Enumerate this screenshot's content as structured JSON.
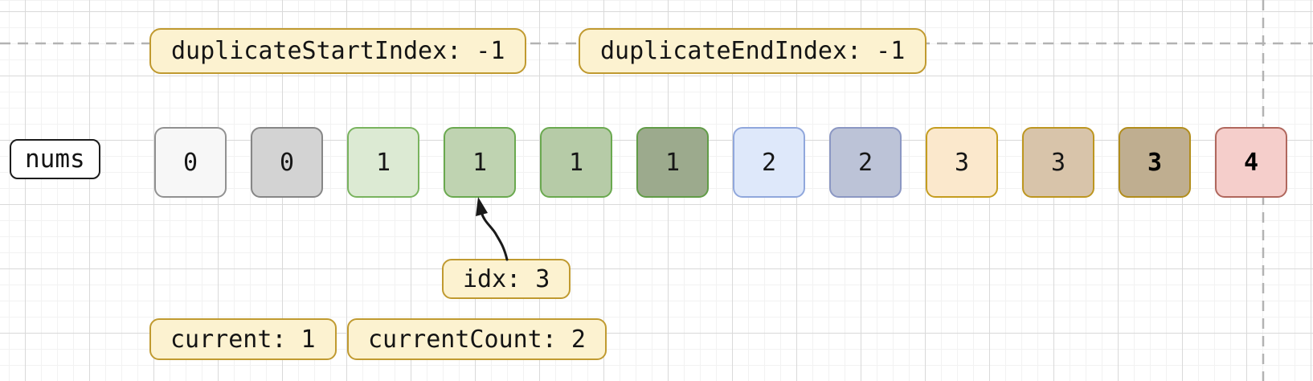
{
  "colors": {
    "label_bg": "#fcf2d0",
    "label_border": "#c09a30",
    "text": "#141414",
    "arrow": "#1a1a1a",
    "dashed_guide": "#b3b3b3"
  },
  "variables": {
    "duplicate_start_index": "duplicateStartIndex: -1",
    "duplicate_end_index": "duplicateEndIndex: -1",
    "current": "current: 1",
    "current_count": "currentCount: 2"
  },
  "pointer": {
    "label": "idx: 3",
    "points_to_cell_index": 3
  },
  "array": {
    "name": "nums",
    "cells": [
      {
        "value": "0",
        "bg": "#f7f7f7",
        "border": "#919191",
        "bold": false
      },
      {
        "value": "0",
        "bg": "#d3d3d3",
        "border": "#868686",
        "bold": false
      },
      {
        "value": "1",
        "bg": "#dcead3",
        "border": "#79b35e",
        "bold": false
      },
      {
        "value": "1",
        "bg": "#bfd3b1",
        "border": "#6aa94f",
        "bold": false
      },
      {
        "value": "1",
        "bg": "#b6cba7",
        "border": "#6aa94f",
        "bold": false
      },
      {
        "value": "1",
        "bg": "#9caa8d",
        "border": "#619c47",
        "bold": false
      },
      {
        "value": "2",
        "bg": "#dee8fa",
        "border": "#90a7dc",
        "bold": false
      },
      {
        "value": "2",
        "bg": "#bcc3d7",
        "border": "#8b97c3",
        "bold": false
      },
      {
        "value": "3",
        "bg": "#fbe8cc",
        "border": "#c59d1f",
        "bold": false
      },
      {
        "value": "3",
        "bg": "#d8c4aa",
        "border": "#bd9620",
        "bold": false
      },
      {
        "value": "3",
        "bg": "#bfae90",
        "border": "#b28d1c",
        "bold": true
      },
      {
        "value": "4",
        "bg": "#f5cecb",
        "border": "#b0675d",
        "bold": true
      }
    ]
  }
}
